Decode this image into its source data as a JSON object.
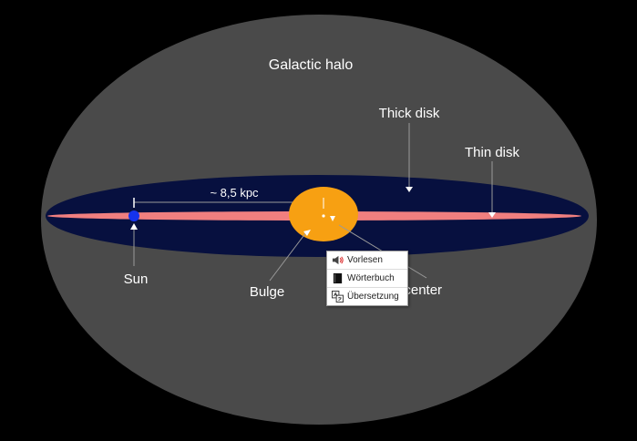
{
  "labels": {
    "halo": "Galactic halo",
    "thick_disk": "Thick disk",
    "thin_disk": "Thin disk",
    "distance": "~ 8,5 kpc",
    "sun": "Sun",
    "bulge": "Bulge",
    "galactic_center": "Galactic center"
  },
  "context_menu": {
    "items": [
      {
        "label": "Vorlesen",
        "icon": "speaker-icon"
      },
      {
        "label": "Wörterbuch",
        "icon": "book-icon"
      },
      {
        "label": "Übersetzung",
        "icon": "translate-icon"
      }
    ]
  },
  "colors": {
    "background": "#000000",
    "halo": "#4a4a4a",
    "thick_disk": "#07103f",
    "thin_disk": "#f07f7f",
    "bulge": "#f7a012",
    "sun": "#1533ee"
  }
}
